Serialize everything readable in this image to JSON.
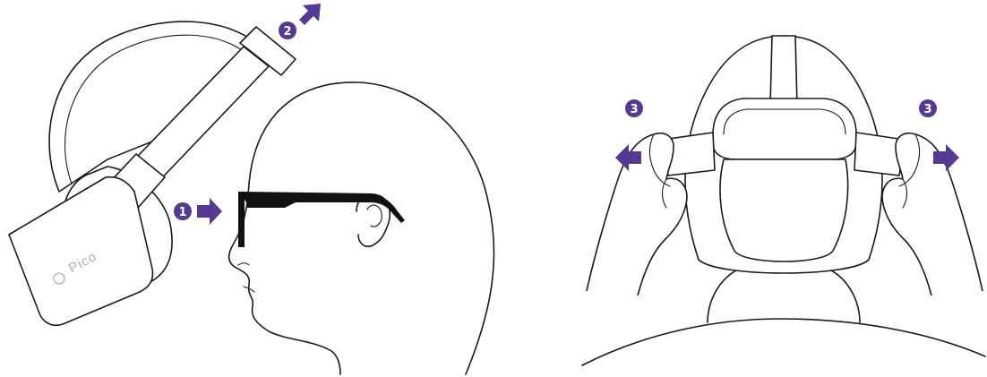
{
  "brand": {
    "logo_text": "Pico",
    "logo_color": "#b0b0b0"
  },
  "steps": [
    {
      "number": "1",
      "direction": "right"
    },
    {
      "number": "2",
      "direction": "up-right"
    },
    {
      "number": "3",
      "direction": "left"
    },
    {
      "number": "3",
      "direction": "right"
    }
  ],
  "colors": {
    "accent": "#553a94",
    "line": "#1a1a1a",
    "background": "#ffffff"
  }
}
